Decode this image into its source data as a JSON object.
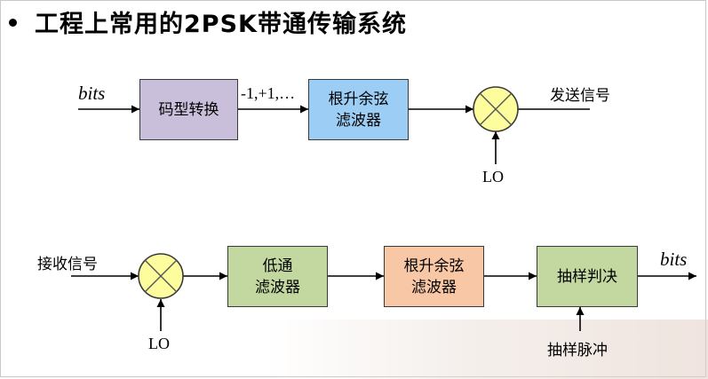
{
  "heading": "工程上常用的2PSK带通传输系统",
  "transmitter": {
    "input_label": "bits",
    "mapper_label": "码型转换",
    "symbols_label": "-1,+1,…",
    "rrc_line1": "根升余弦",
    "rrc_line2": "滤波器",
    "lo_label": "LO",
    "output_label": "发送信号"
  },
  "receiver": {
    "input_label": "接收信号",
    "lo_label": "LO",
    "lpf_line1": "低通",
    "lpf_line2": "滤波器",
    "rrc_line1": "根升余弦",
    "rrc_line2": "滤波器",
    "decision_label": "抽样判决",
    "sampling_label": "抽样脉冲",
    "output_label": "bits"
  },
  "colors": {
    "mapper": "#c9bfdb",
    "tx_rrc": "#9ccdf4",
    "mixer": "#fdfd9d",
    "lpf": "#c3d8a0",
    "rx_rrc": "#f8c8a6",
    "decision": "#c3d8a0"
  }
}
